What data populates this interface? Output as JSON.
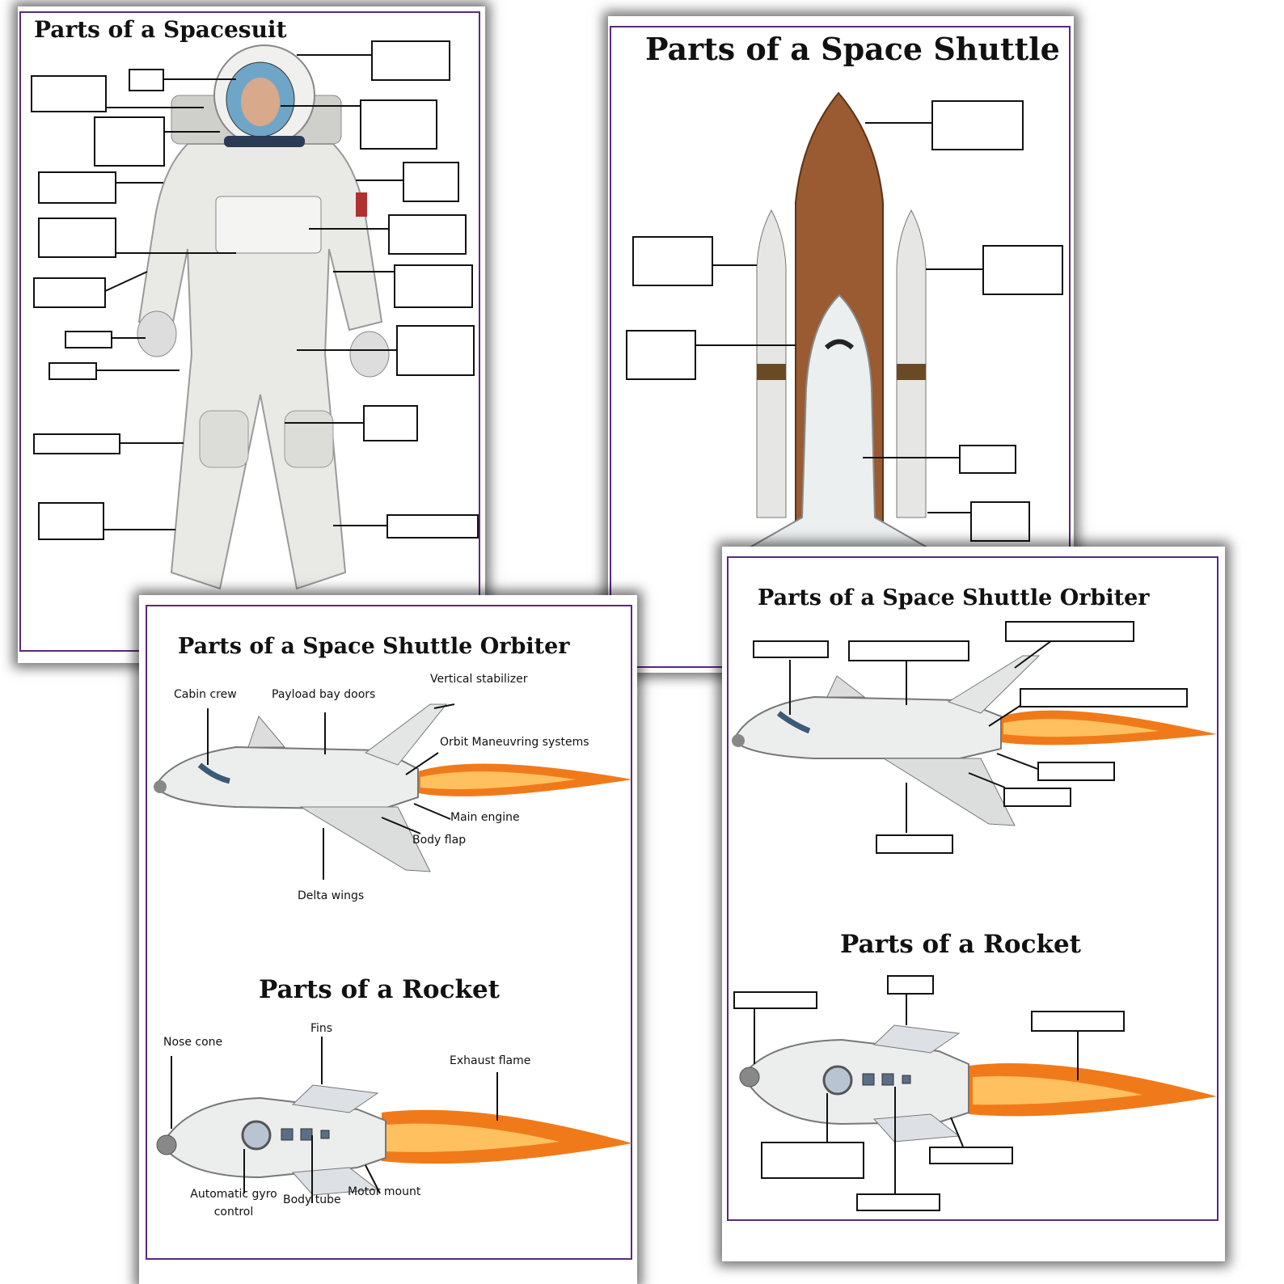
{
  "sheets": {
    "spacesuit": {
      "title": "Parts of a Spacesuit"
    },
    "shuttle": {
      "title": "Parts of a Space Shuttle"
    },
    "orbiter_answers": {
      "title": "Parts of a Space Shuttle Orbiter",
      "labels": {
        "cabin_crew": "Cabin crew",
        "payload_bay_doors": "Payload bay doors",
        "vertical_stabilizer": "Vertical stabilizer",
        "orbit_maneuvring": "Orbit Maneuvring systems",
        "main_engine": "Main engine",
        "body_flap": "Body flap",
        "delta_wings": "Delta wings"
      },
      "rocket_title": "Parts of a Rocket",
      "rocket_labels": {
        "nose_cone": "Nose cone",
        "fins": "Fins",
        "exhaust_flame": "Exhaust flame",
        "gyro_control": "Automatic gyro control",
        "body_tube": "Body tube",
        "motor_mount": "Motor mount"
      }
    },
    "orbiter_blank": {
      "title": "Parts of a Space Shuttle Orbiter",
      "rocket_title": "Parts of a Rocket"
    }
  },
  "colors": {
    "frame": "#5b2a7a",
    "flame": "#f07a1a",
    "suit": "#e9e9e6"
  }
}
